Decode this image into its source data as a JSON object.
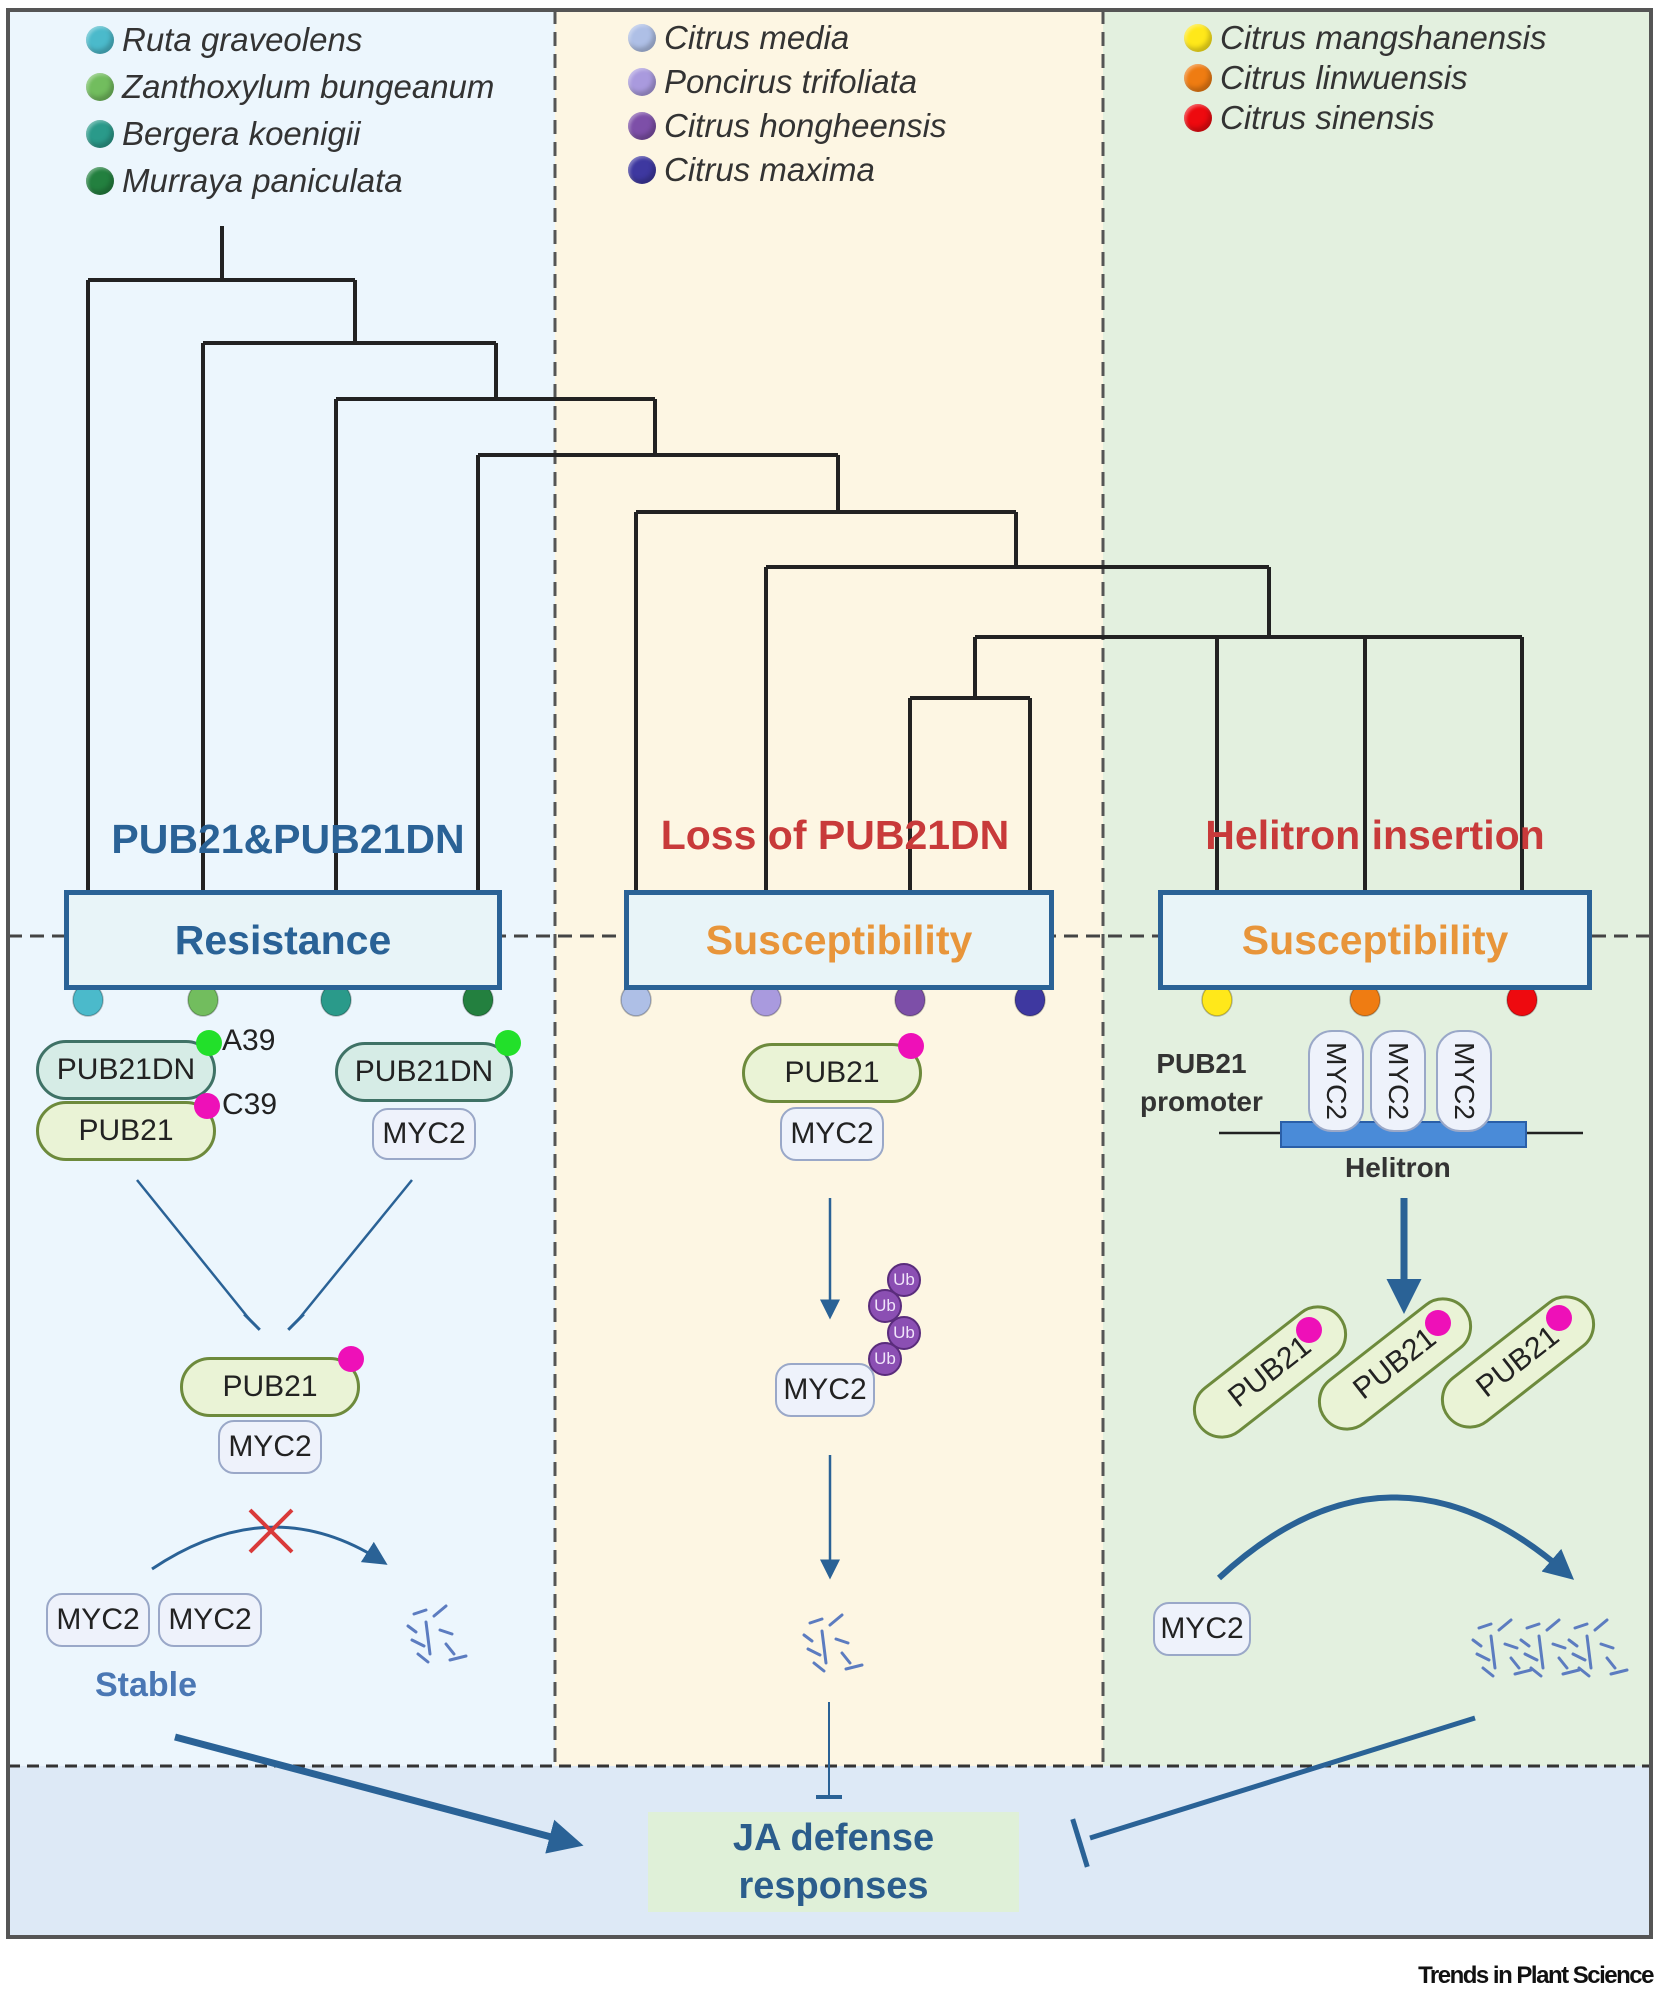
{
  "title": "Evolution of PUB21/PUB21DN and JA defense in Citrus relatives",
  "colors": {
    "panel_left_bg": "#ecf6fd",
    "panel_middle_bg": "#fdf6e3",
    "panel_right_bg": "#e3f0df",
    "bottom_bg": "#dde9f6",
    "arrow_blue": "#2a6296",
    "heading_blue": "#2a6296",
    "heading_red": "#c83a3a",
    "susceptibility_orange": "#e8953a",
    "site_pink": "#ee10b8",
    "site_green": "#22e02a"
  },
  "species": [
    {
      "name": "Ruta graveolens",
      "color": "#4bbacb",
      "group": "left"
    },
    {
      "name": "Zanthoxylum bungeanum",
      "color": "#72bd5e",
      "group": "left"
    },
    {
      "name": "Bergera koenigii",
      "color": "#2a9a8a",
      "group": "left"
    },
    {
      "name": "Murraya paniculata",
      "color": "#23803f",
      "group": "left"
    },
    {
      "name": "Citrus media",
      "color": "#aebfe6",
      "group": "middle"
    },
    {
      "name": "Poncirus trifoliata",
      "color": "#a99ade",
      "group": "middle"
    },
    {
      "name": "Citrus hongheensis",
      "color": "#7d4fa8",
      "group": "middle"
    },
    {
      "name": "Citrus maxima",
      "color": "#3e38a0",
      "group": "middle"
    },
    {
      "name": "Citrus mangshanensis",
      "color": "#ffe81a",
      "group": "right"
    },
    {
      "name": "Citrus linwuensis",
      "color": "#ef7c12",
      "group": "right"
    },
    {
      "name": "Citrus sinensis",
      "color": "#ee0a0f",
      "group": "right"
    }
  ],
  "tree": {
    "topology": "(Ruta graveolens,(Zanthoxylum bungeanum,(Bergera koenigii,(Murraya paniculata,(Citrus media,(Poncirus trifoliata,((Citrus hongheensis,Citrus maxima),Citrus mangshanensis,Citrus linwuensis,Citrus sinensis)))))))"
  },
  "panels": {
    "left": {
      "heading": "PUB21&PUB21DN",
      "outcome": "Resistance",
      "complex_a": {
        "top": "PUB21DN",
        "bottom": "PUB21",
        "site_top": "A39",
        "site_bottom": "C39"
      },
      "complex_b": {
        "top": "PUB21DN",
        "bottom": "MYC2"
      },
      "center": {
        "top": "PUB21",
        "bottom": "MYC2"
      },
      "stable_proteins": [
        "MYC2",
        "MYC2"
      ],
      "stable_label": "Stable"
    },
    "middle": {
      "heading": "Loss of PUB21DN",
      "outcome": "Susceptibility",
      "complex": {
        "top": "PUB21",
        "bottom": "MYC2"
      },
      "ubiquitinated": "MYC2",
      "ub_tags": [
        "Ub",
        "Ub",
        "Ub",
        "Ub"
      ]
    },
    "right": {
      "heading": "Helitron insertion",
      "outcome": "Susceptibility",
      "promoter_label": [
        "PUB21",
        "promoter"
      ],
      "bound_tfs": [
        "MYC2",
        "MYC2",
        "MYC2"
      ],
      "element_label": "Helitron",
      "expressed": [
        "PUB21",
        "PUB21",
        "PUB21"
      ],
      "degraded": "MYC2"
    }
  },
  "bottom": {
    "response": [
      "JA defense",
      "responses"
    ]
  },
  "credit": "Trends in Plant Science"
}
